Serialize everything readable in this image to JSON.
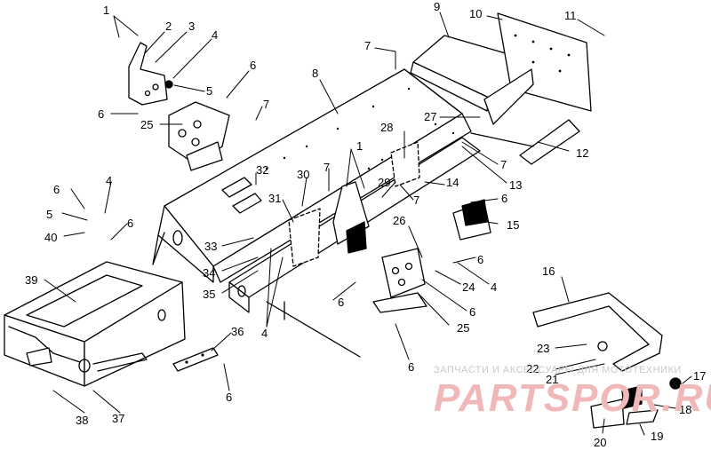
{
  "diagram": {
    "callouts": [
      {
        "id": "c1a",
        "text": "1"
      },
      {
        "id": "c2",
        "text": "2"
      },
      {
        "id": "c3",
        "text": "3"
      },
      {
        "id": "c4a",
        "text": "4"
      },
      {
        "id": "c5a",
        "text": "5"
      },
      {
        "id": "c6a",
        "text": "6"
      },
      {
        "id": "c6b",
        "text": "6"
      },
      {
        "id": "c25a",
        "text": "25"
      },
      {
        "id": "c7a",
        "text": "7"
      },
      {
        "id": "c8",
        "text": "8"
      },
      {
        "id": "c7b",
        "text": "7"
      },
      {
        "id": "c9",
        "text": "9"
      },
      {
        "id": "c10",
        "text": "10"
      },
      {
        "id": "c11",
        "text": "11"
      },
      {
        "id": "c27",
        "text": "27"
      },
      {
        "id": "c28",
        "text": "28"
      },
      {
        "id": "c12",
        "text": "12"
      },
      {
        "id": "c1b",
        "text": "1"
      },
      {
        "id": "c7c",
        "text": "7"
      },
      {
        "id": "c13",
        "text": "13"
      },
      {
        "id": "c14",
        "text": "14"
      },
      {
        "id": "c29",
        "text": "29"
      },
      {
        "id": "c7d",
        "text": "7"
      },
      {
        "id": "c6c",
        "text": "6"
      },
      {
        "id": "c15",
        "text": "15"
      },
      {
        "id": "c32",
        "text": "32"
      },
      {
        "id": "c30",
        "text": "30"
      },
      {
        "id": "c7e",
        "text": "7"
      },
      {
        "id": "c31",
        "text": "31"
      },
      {
        "id": "c26",
        "text": "26"
      },
      {
        "id": "c6d",
        "text": "6"
      },
      {
        "id": "c24",
        "text": "24"
      },
      {
        "id": "c4b",
        "text": "4"
      },
      {
        "id": "c6e",
        "text": "6"
      },
      {
        "id": "c4c",
        "text": "4"
      },
      {
        "id": "c5b",
        "text": "5"
      },
      {
        "id": "c6f",
        "text": "6"
      },
      {
        "id": "c40",
        "text": "40"
      },
      {
        "id": "c33",
        "text": "33"
      },
      {
        "id": "c34",
        "text": "34"
      },
      {
        "id": "c35",
        "text": "35"
      },
      {
        "id": "c39",
        "text": "39"
      },
      {
        "id": "c6g",
        "text": "6"
      },
      {
        "id": "c6h",
        "text": "6"
      },
      {
        "id": "c25b",
        "text": "25"
      },
      {
        "id": "c4d",
        "text": "4"
      },
      {
        "id": "c36",
        "text": "36"
      },
      {
        "id": "c6i",
        "text": "6"
      },
      {
        "id": "c6j",
        "text": "6"
      },
      {
        "id": "c16",
        "text": "16"
      },
      {
        "id": "c23",
        "text": "23"
      },
      {
        "id": "c22",
        "text": "22"
      },
      {
        "id": "c21",
        "text": "21"
      },
      {
        "id": "c17",
        "text": "17"
      },
      {
        "id": "c18",
        "text": "18"
      },
      {
        "id": "c19",
        "text": "19"
      },
      {
        "id": "c20",
        "text": "20"
      },
      {
        "id": "c38",
        "text": "38"
      },
      {
        "id": "c37",
        "text": "37"
      }
    ]
  },
  "watermark": {
    "caption": "ЗАПЧАСТИ И АКСЕССУАРЫ ДЛЯ МОТОТЕХНИКИ",
    "logo": "PARTSPOR.RU",
    "color": "#e9a0a0"
  }
}
